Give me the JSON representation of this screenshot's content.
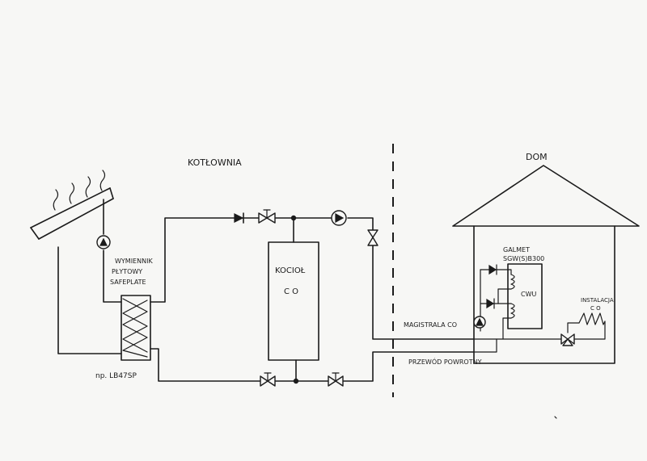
{
  "labels": {
    "boiler_room": "KOTŁOWNIA",
    "house": "DOM",
    "heat_exchanger": [
      "WYMIENNIK",
      "PŁYTOWY",
      "SAFEPLATE"
    ],
    "model": "np. LB47SP",
    "boiler": [
      "KOCIOŁ",
      "C O"
    ],
    "dhw_tank": [
      "GALMET",
      "SGW(S)B300"
    ],
    "cwu": "CWU",
    "installation": [
      "INSTALACJA",
      "C O"
    ],
    "supply_main": "MAGISTRALA CO",
    "return_line": "PRZEWÓD POWROTNY"
  },
  "colors": {
    "ink": "#1b1b1b",
    "paper": "#f7f7f5"
  }
}
